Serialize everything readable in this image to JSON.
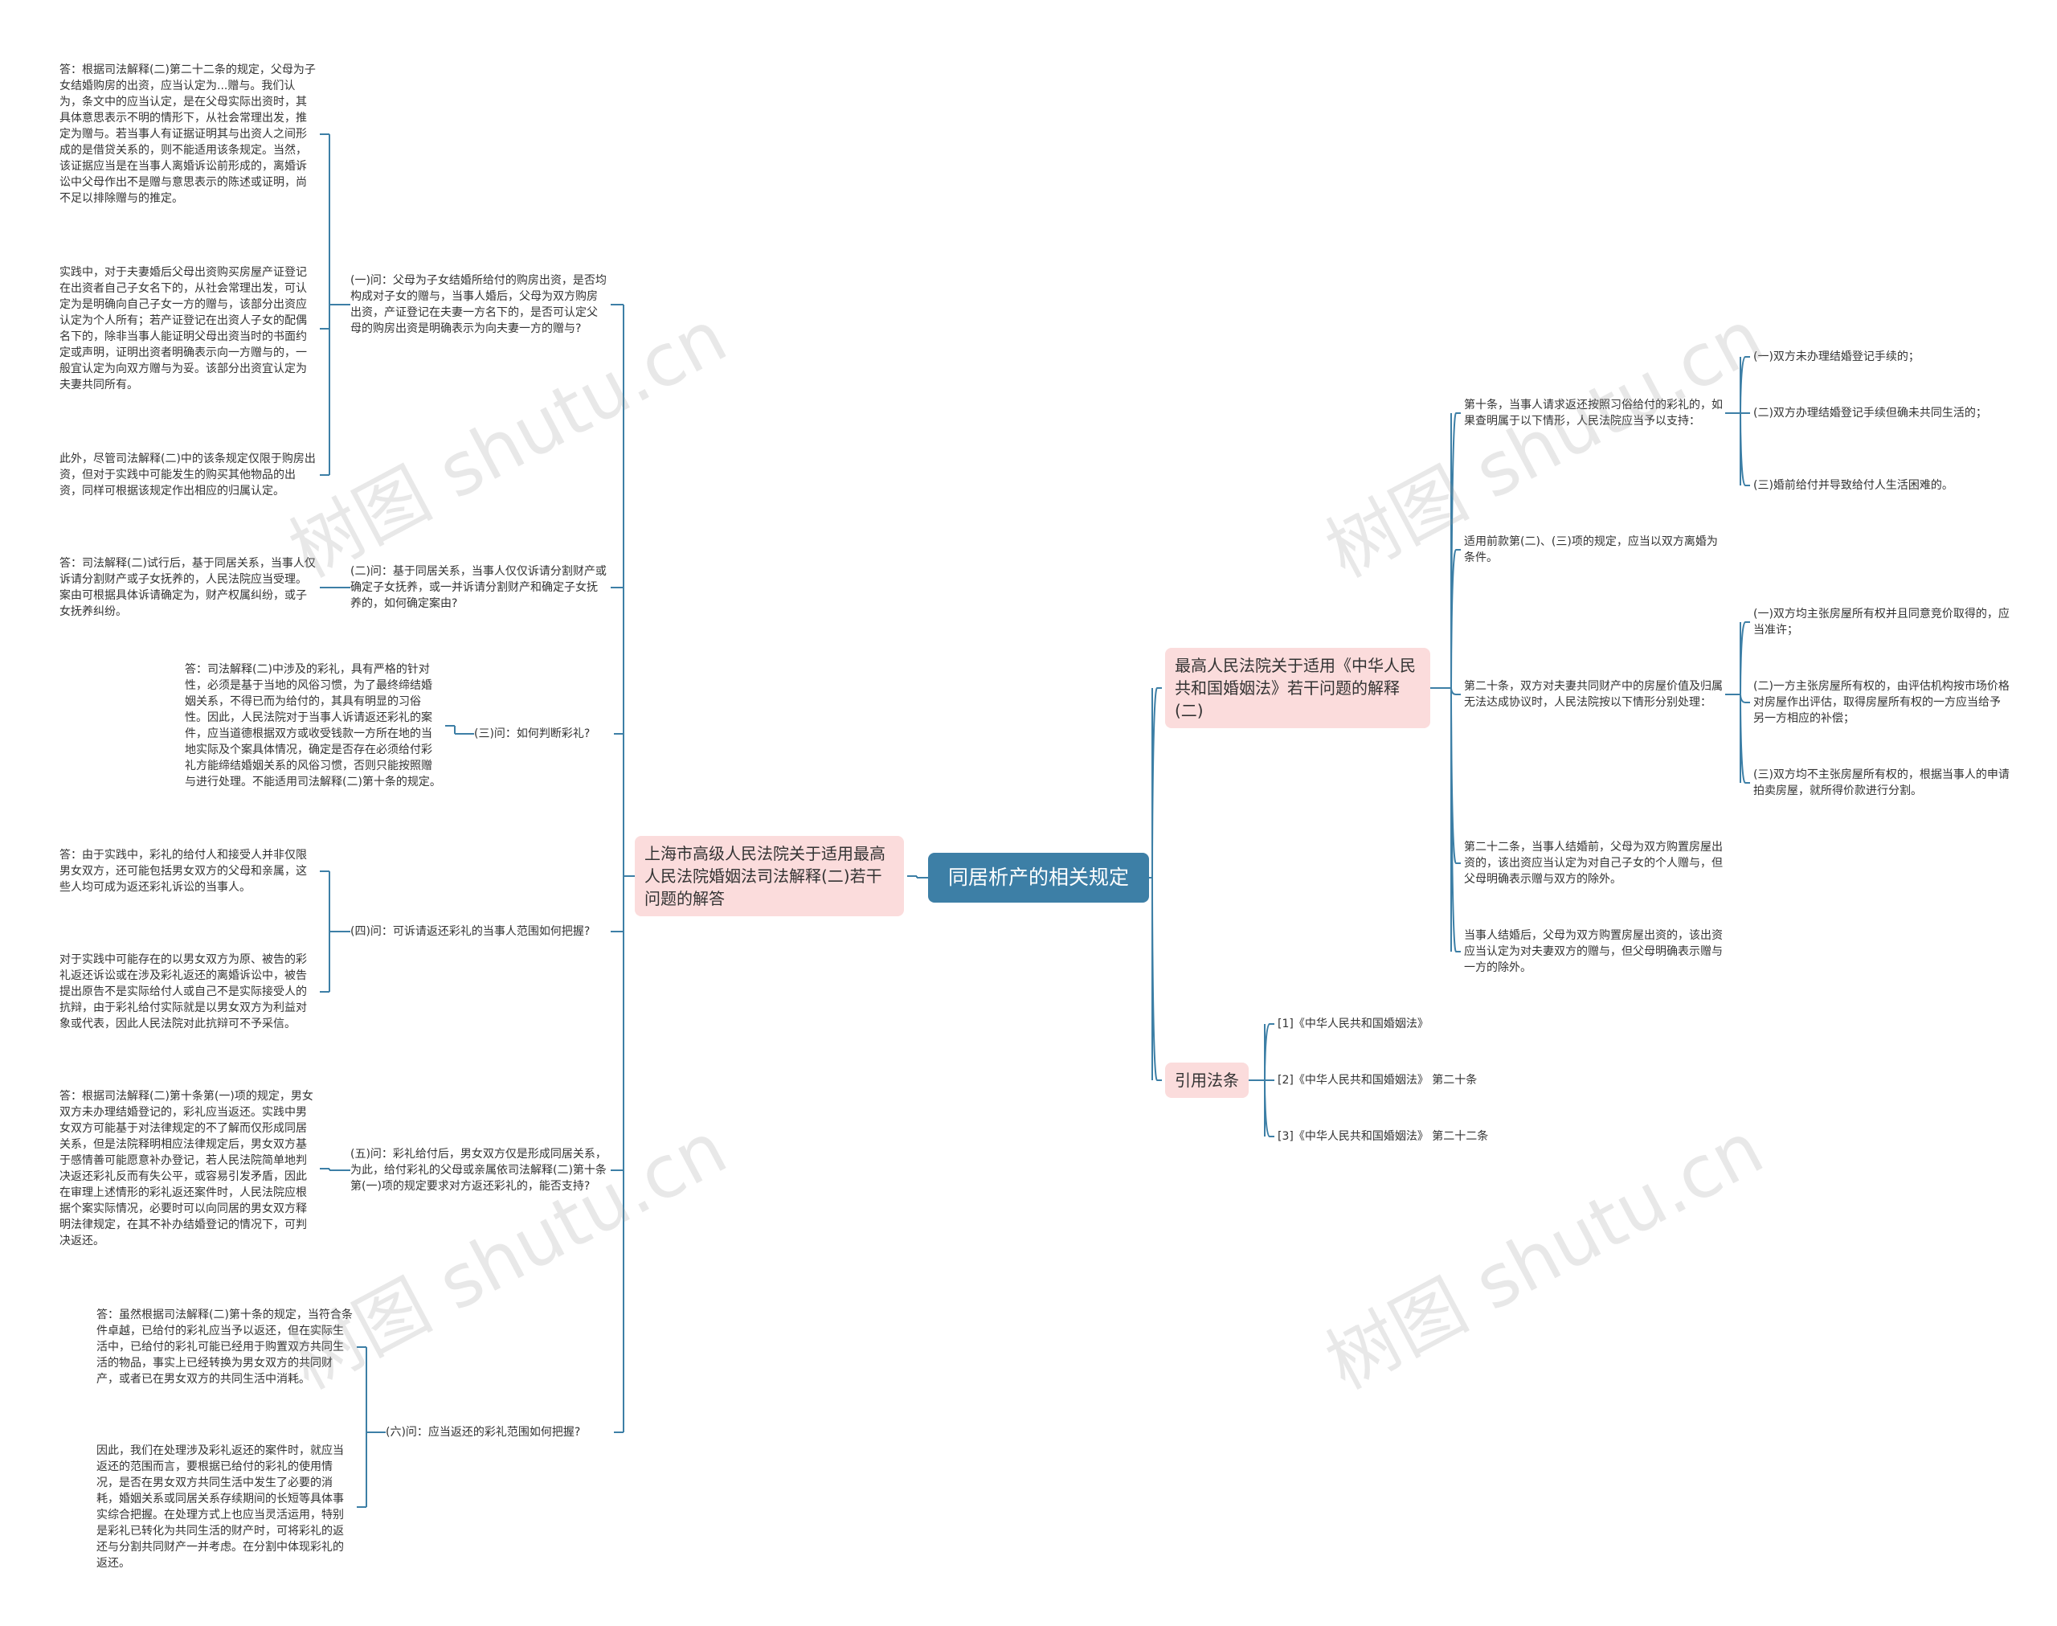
{
  "root": {
    "label": "同居析产的相关规定"
  },
  "left": {
    "title": "上海市高级人民法院关于适用最高人民法院婚姻法司法解释(二)若干问题的解答",
    "questions": [
      {
        "q": "(一)问：父母为子女结婚所给付的购房出资，是否均构成对子女的赠与，当事人婚后，父母为双方购房出资，产证登记在夫妻一方名下的，是否可认定父母的购房出资是明确表示为向夫妻一方的赠与?",
        "answers": [
          "答：根据司法解释(二)第二十二条的规定，父母为子女结婚购房的出资，应当认定为...赠与。我们认为，条文中的应当认定，是在父母实际出资时，其具体意思表示不明的情形下，从社会常理出发，推定为赠与。若当事人有证据证明其与出资人之间形成的是借贷关系的，则不能适用该条规定。当然，该证据应当是在当事人离婚诉讼前形成的，离婚诉讼中父母作出不是赠与意思表示的陈述或证明，尚不足以排除赠与的推定。",
          "实践中，对于夫妻婚后父母出资购买房屋产证登记在出资者自己子女名下的，从社会常理出发，可认定为是明确向自己子女一方的赠与，该部分出资应认定为个人所有；若产证登记在出资人子女的配偶名下的，除非当事人能证明父母出资当时的书面约定或声明，证明出资者明确表示向一方赠与的，一般宜认定为向双方赠与为妥。该部分出资宜认定为夫妻共同所有。",
          "此外，尽管司法解释(二)中的该条规定仅限于购房出资，但对于实践中可能发生的购买其他物品的出资，同样可根据该规定作出相应的归属认定。"
        ]
      },
      {
        "q": "(二)问：基于同居关系，当事人仅仅诉请分割财产或确定子女抚养，或一并诉请分割财产和确定子女抚养的，如何确定案由?",
        "answers": [
          "答：司法解释(二)试行后，基于同居关系，当事人仅诉请分割财产或子女抚养的，人民法院应当受理。案由可根据具体诉请确定为，财产权属纠纷，或子女抚养纠纷。"
        ]
      },
      {
        "q": "(三)问：如何判断彩礼?",
        "answers": [
          "答：司法解释(二)中涉及的彩礼，具有严格的针对性，必须是基于当地的风俗习惯，为了最终缔结婚姻关系，不得已而为给付的，其具有明显的习俗性。因此，人民法院对于当事人诉请返还彩礼的案件，应当道德根据双方或收受钱款一方所在地的当地实际及个案具体情况，确定是否存在必须给付彩礼方能缔结婚姻关系的风俗习惯，否则只能按照赠与进行处理。不能适用司法解释(二)第十条的规定。"
        ]
      },
      {
        "q": "(四)问：可诉请返还彩礼的当事人范围如何把握?",
        "answers": [
          "答：由于实践中，彩礼的给付人和接受人并非仅限男女双方，还可能包括男女双方的父母和亲属，这些人均可成为返还彩礼诉讼的当事人。",
          "对于实践中可能存在的以男女双方为原、被告的彩礼返还诉讼或在涉及彩礼返还的离婚诉讼中，被告提出原告不是实际给付人或自己不是实际接受人的抗辩，由于彩礼给付实际就是以男女双方为利益对象或代表，因此人民法院对此抗辩可不予采信。"
        ]
      },
      {
        "q": "(五)问：彩礼给付后，男女双方仅是形成同居关系，为此，给付彩礼的父母或亲属依司法解释(二)第十条第(一)项的规定要求对方返还彩礼的，能否支持?",
        "answers": [
          "答：根据司法解释(二)第十条第(一)项的规定，男女双方未办理结婚登记的，彩礼应当返还。实践中男女双方可能基于对法律规定的不了解而仅形成同居关系，但是法院释明相应法律规定后，男女双方基于感情善可能愿意补办登记，若人民法院简单地判决返还彩礼反而有失公平，或容易引发矛盾，因此在审理上述情形的彩礼返还案件时，人民法院应根据个案实际情况，必要时可以向同居的男女双方释明法律规定，在其不补办结婚登记的情况下，可判决返还。"
        ]
      },
      {
        "q": "(六)问：应当返还的彩礼范围如何把握?",
        "answers": [
          "答：虽然根据司法解释(二)第十条的规定，当符合条件卓越，已给付的彩礼应当予以返还，但在实际生活中，已给付的彩礼可能已经用于购置双方共同生活的物品，事实上已经转换为男女双方的共同财产，或者已在男女双方的共同生活中消耗。",
          "因此，我们在处理涉及彩礼返还的案件时，就应当返还的范围而言，要根据已给付的彩礼的使用情况，是否在男女双方共同生活中发生了必要的消耗，婚姻关系或同居关系存续期间的长短等具体事实综合把握。在处理方式上也应当灵活运用，特别是彩礼已转化为共同生活的财产时，可将彩礼的返还与分割共同财产一并考虑。在分割中体现彩礼的返还。"
        ]
      }
    ]
  },
  "right": {
    "interpretation": {
      "title": "最高人民法院关于适用《中华人民共和国婚姻法》若干问题的解释(二)",
      "articles": [
        {
          "text": "第十条，当事人请求返还按照习俗给付的彩礼的，如果查明属于以下情形，人民法院应当予以支持：",
          "items": [
            "(一)双方未办理结婚登记手续的；",
            "(二)双方办理结婚登记手续但确未共同生活的；",
            "(三)婚前给付并导致给付人生活困难的。"
          ]
        },
        {
          "text": "适用前款第(二)、(三)项的规定，应当以双方离婚为条件。",
          "items": []
        },
        {
          "text": "第二十条，双方对夫妻共同财产中的房屋价值及归属无法达成协议时，人民法院按以下情形分别处理：",
          "items": [
            "(一)双方均主张房屋所有权并且同意竞价取得的，应当准许；",
            "(二)一方主张房屋所有权的，由评估机构按市场价格对房屋作出评估，取得房屋所有权的一方应当给予另一方相应的补偿；",
            "(三)双方均不主张房屋所有权的，根据当事人的申请拍卖房屋，就所得价款进行分割。"
          ]
        },
        {
          "text": "第二十二条，当事人结婚前，父母为双方购置房屋出资的，该出资应当认定为对自己子女的个人赠与，但父母明确表示赠与双方的除外。",
          "items": []
        },
        {
          "text": "当事人结婚后，父母为双方购置房屋出资的，该出资应当认定为对夫妻双方的赠与，但父母明确表示赠与一方的除外。",
          "items": []
        }
      ]
    },
    "citations": {
      "title": "引用法条",
      "items": [
        "[1]《中华人民共和国婚姻法》",
        "[2]《中华人民共和国婚姻法》 第二十条",
        "[3]《中华人民共和国婚姻法》 第二十二条"
      ]
    }
  },
  "watermark": "树图 shutu.cn",
  "colors": {
    "root": "#3d7fa6",
    "branch": "#fbdcdc",
    "line": "#3d7fa6"
  }
}
